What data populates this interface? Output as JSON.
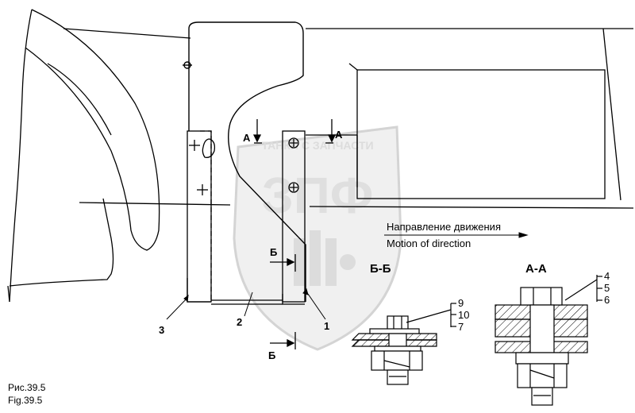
{
  "watermark": {
    "top_text": "ТАНКИ С ЗАПЧАСТИ",
    "logo_text": "ЗПФ"
  },
  "direction": {
    "label_ru": "Направление движения",
    "label_en": "Motion of direction"
  },
  "section_marks": {
    "a": "А",
    "b": "Б"
  },
  "section_titles": {
    "bb": "Б-Б",
    "aa": "А-А"
  },
  "callouts": {
    "c1": "1",
    "c2": "2",
    "c3": "3",
    "c4": "4",
    "c5": "5",
    "c6": "6",
    "c7": "7",
    "c9": "9",
    "c10": "10"
  },
  "caption": {
    "ru": "Рис.39.5",
    "en": "Fig.39.5"
  },
  "colors": {
    "line": "#000000",
    "watermark": "#d9d9d9",
    "hatch": "#000000"
  }
}
